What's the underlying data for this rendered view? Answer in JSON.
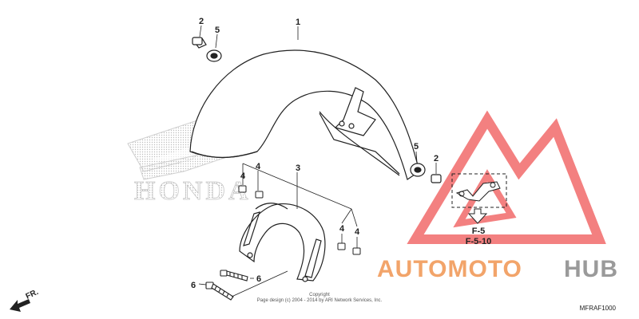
{
  "diagram": {
    "code": "MFRAF1000",
    "copyright_line1": "Copyright",
    "copyright_line2": "Page design (c) 2004 - 2014 by ARI Network Services, Inc.",
    "front_label": "FR.",
    "emblem_text": "HONDA",
    "references": [
      "F-5",
      "F-5-10"
    ],
    "callouts": [
      "1",
      "2",
      "5",
      "5",
      "2",
      "3",
      "4",
      "4",
      "4",
      "4",
      "6",
      "6"
    ]
  },
  "watermark": {
    "text_part1": "AUTOMOTO",
    "text_part2": "HUB",
    "color_primary": "#f2a46a",
    "color_secondary": "#9a9a9a",
    "triangle_color": "#f26b6b"
  },
  "colors": {
    "line": "#222222",
    "honda_dots": "#c8c8c8"
  }
}
